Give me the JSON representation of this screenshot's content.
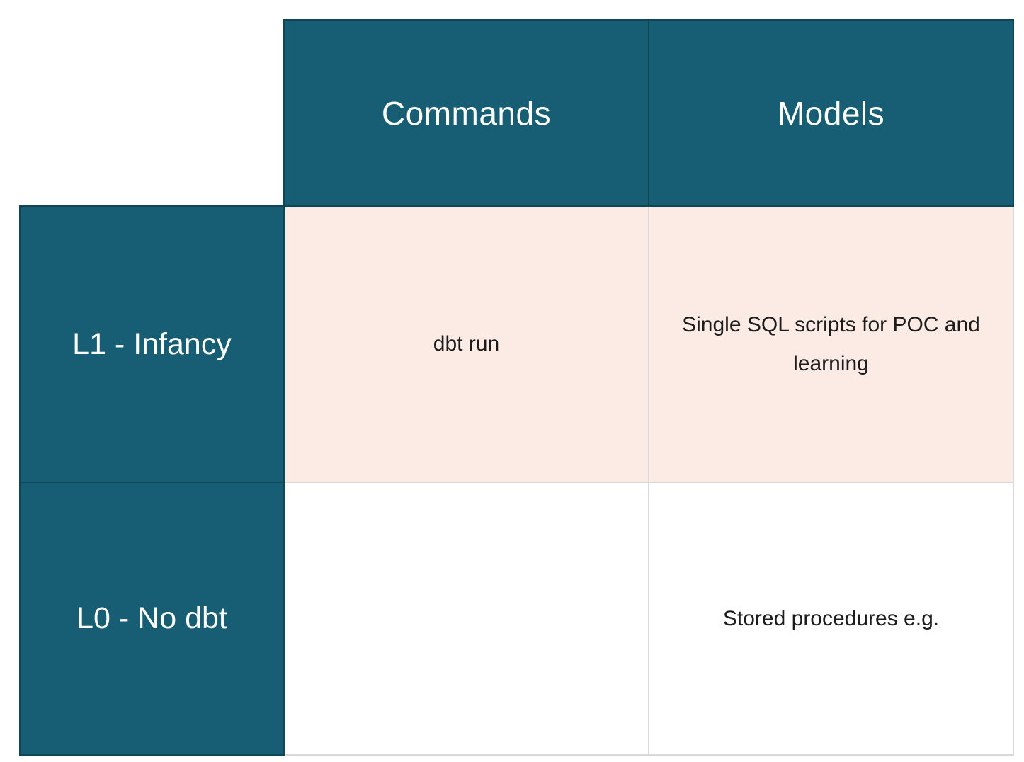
{
  "matrix": {
    "corner": "",
    "column_headers": [
      "Commands",
      "Models"
    ],
    "rows": [
      {
        "label": "L1 - Infancy",
        "cells": [
          "dbt run",
          "Single SQL scripts for POC and learning"
        ],
        "highlighted": true
      },
      {
        "label": "L0 - No dbt",
        "cells": [
          "",
          "Stored procedures e.g."
        ],
        "highlighted": false
      }
    ],
    "colors": {
      "header_bg": "#175d73",
      "header_text": "#ffffff",
      "highlight_bg": "#fcebe4",
      "body_text": "#1c1c1c",
      "grid_line": "#d9d9d9",
      "teal_line": "#0e4557",
      "page_bg": "#ffffff"
    }
  }
}
